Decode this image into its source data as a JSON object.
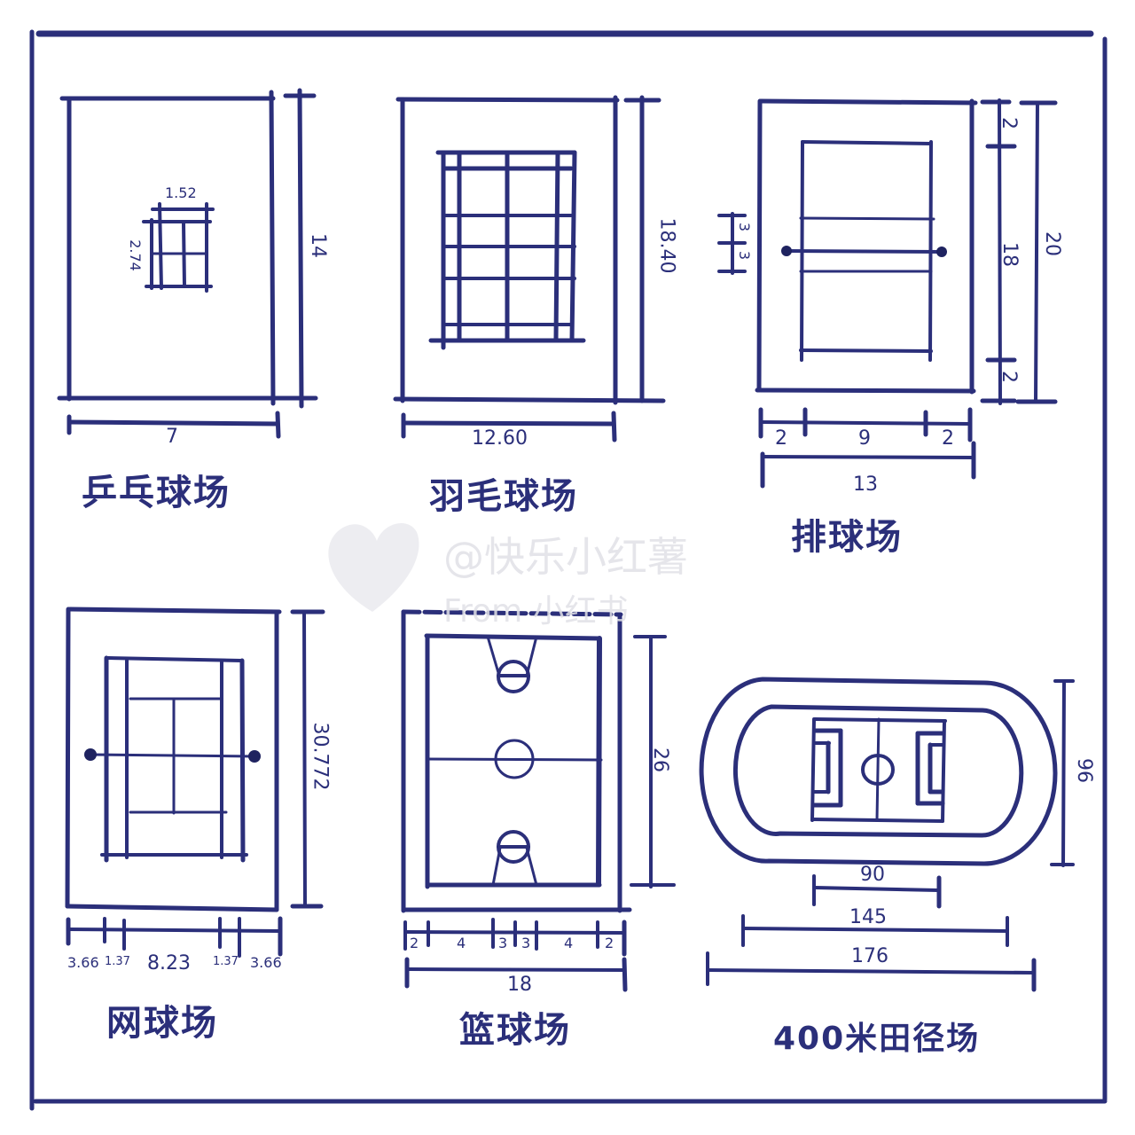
{
  "diagram": {
    "ink_color": "#2b2f7a",
    "background": "#ffffff",
    "watermark": {
      "handle": "@快乐小红薯",
      "source": "From 小红书",
      "icon": "heart-icon"
    },
    "courts": [
      {
        "id": "table-tennis",
        "title": "乒乓球场",
        "width_label": "7",
        "length_label": "14",
        "table_width_label": "1.52",
        "table_length_label": "2.74"
      },
      {
        "id": "badminton",
        "title": "羽毛球场",
        "width_label": "12.60",
        "length_label": "18.40"
      },
      {
        "id": "volleyball",
        "title": "排球场",
        "total_width_label": "13",
        "width_segments": [
          "2",
          "9",
          "2"
        ],
        "total_length_label": "20",
        "length_segments": [
          "2",
          "18",
          "2"
        ],
        "attack_zone_labels": [
          "3",
          "3"
        ]
      },
      {
        "id": "tennis",
        "title": "网球场",
        "length_label": "30.772",
        "width_segments": [
          "3.66",
          "1.37",
          "8.23",
          "1.37",
          "3.66"
        ]
      },
      {
        "id": "basketball",
        "title": "篮球场",
        "total_width_label": "18",
        "width_segments": [
          "2",
          "4",
          "3",
          "3",
          "4",
          "2"
        ],
        "length_label": "26"
      },
      {
        "id": "track-400m",
        "title": "400米田径场",
        "height_label": "96",
        "field_length_label": "90",
        "inner_length_label": "145",
        "outer_length_label": "176"
      }
    ]
  }
}
